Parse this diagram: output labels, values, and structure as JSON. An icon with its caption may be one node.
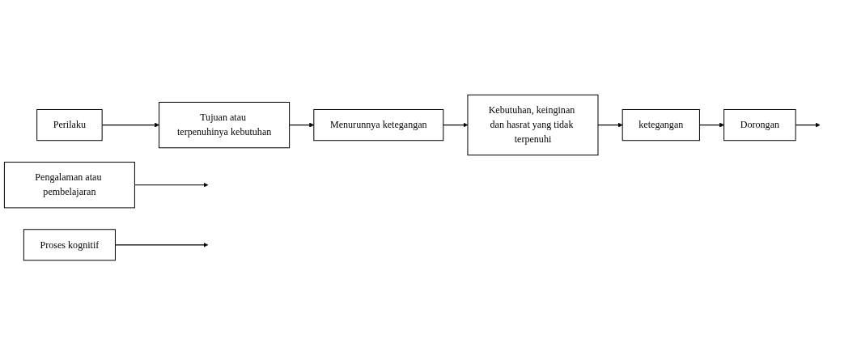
{
  "diagram": {
    "nodes": [
      {
        "text": [
          "Kebutuhan, keinginan dan hasrat yang tidak terpenuhi"
        ]
      },
      {
        "text": [
          "ketegangan"
        ]
      },
      {
        "text": [
          "Dorongan"
        ]
      },
      {
        "text": [
          "Pengalaman atau pembelajaran"
        ]
      },
      {
        "text": [
          "Perilaku"
        ]
      },
      {
        "text": [
          "Tujuan atau terpenuhinya kebutuhan"
        ]
      },
      {
        "text": [
          "Proses kognitif"
        ]
      },
      {
        "text": [
          "Menurunnya ketegangan"
        ]
      }
    ],
    "edges": [
      {
        "from": 0,
        "to": 1,
        "arrow": "to"
      },
      {
        "from": 1,
        "to": 2,
        "arrow": "to"
      },
      {
        "from": 2,
        "to": null,
        "arrow": "to"
      },
      {
        "from": 3,
        "to": null,
        "arrow": "to"
      },
      {
        "from": 6,
        "to": null,
        "arrow": "to"
      },
      {
        "from": 4,
        "to": 5,
        "arrow": "to"
      },
      {
        "from": 5,
        "to": 7,
        "arrow": "to"
      },
      {
        "from": 7,
        "to": 0,
        "arrow": "to"
      }
    ]
  }
}
